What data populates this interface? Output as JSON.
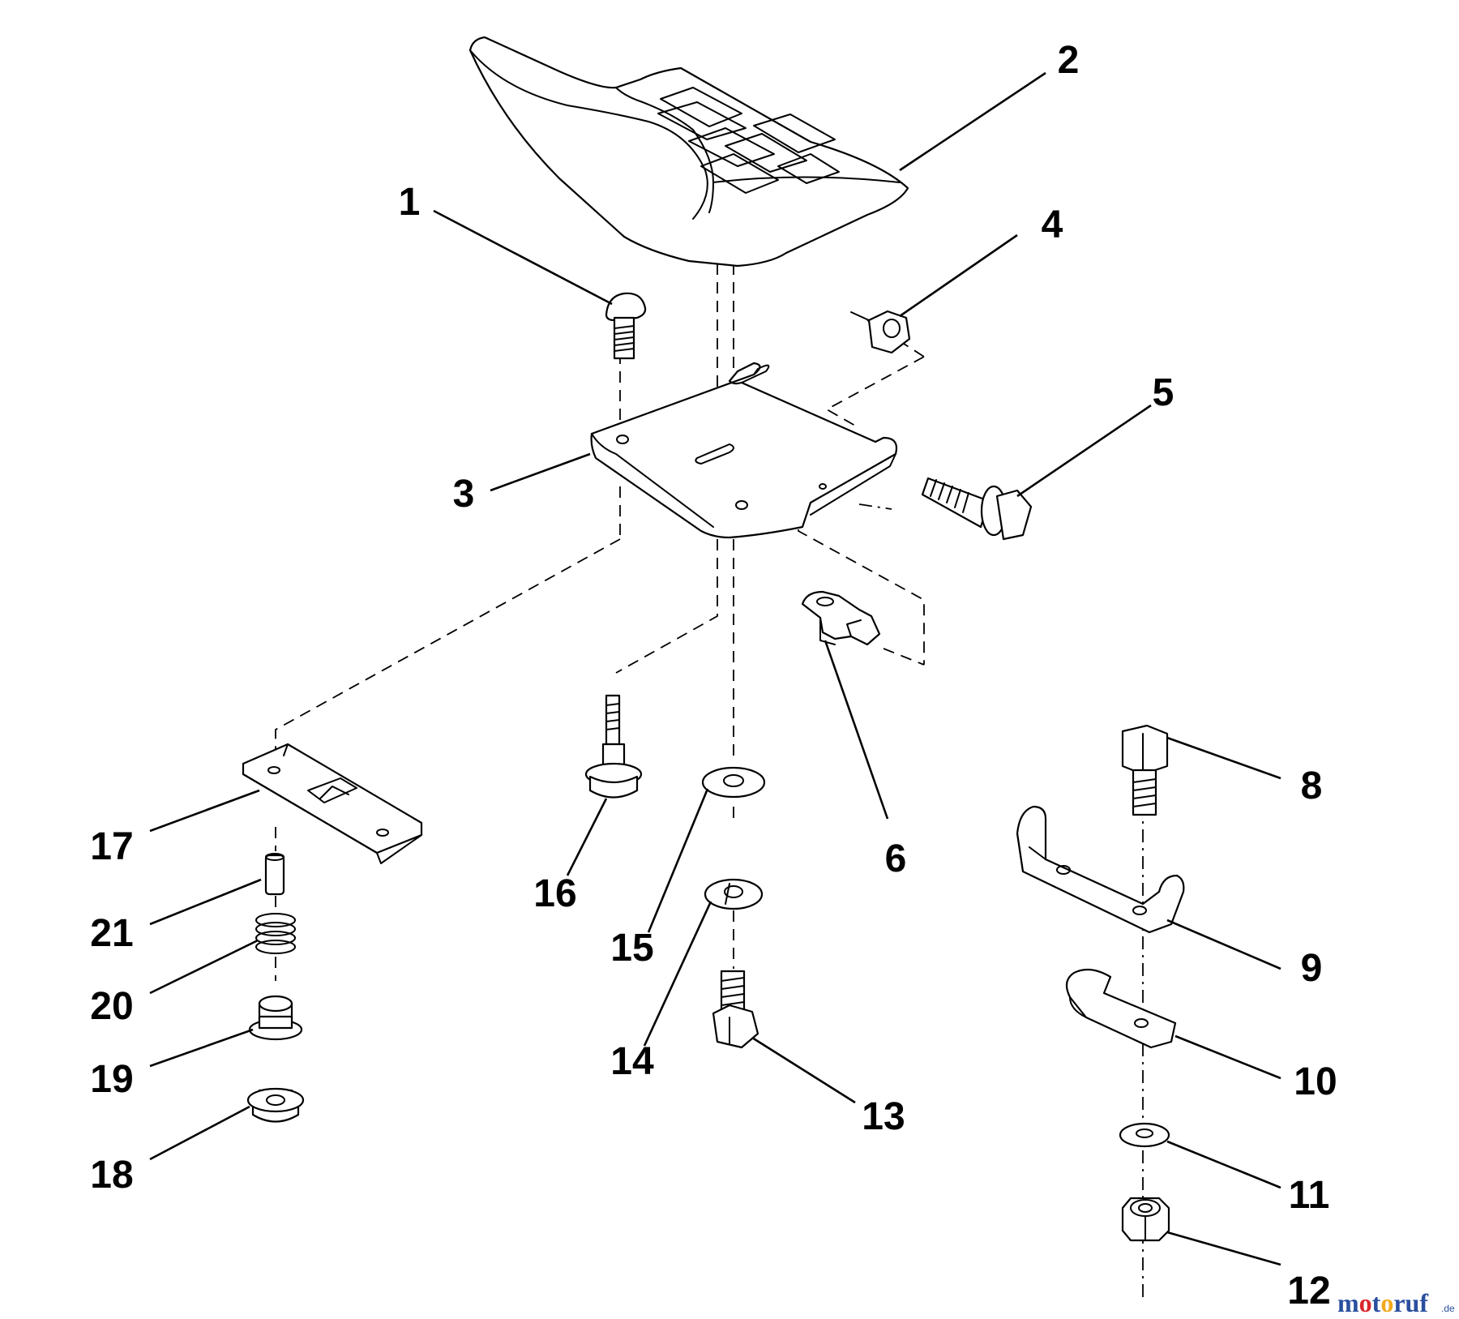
{
  "diagram": {
    "callouts": [
      "1",
      "2",
      "3",
      "4",
      "5",
      "6",
      "8",
      "9",
      "10",
      "11",
      "12",
      "13",
      "14",
      "15",
      "16",
      "17",
      "18",
      "19",
      "20",
      "21"
    ],
    "watermark": {
      "letters": [
        "m",
        "o",
        "t",
        "o",
        "r",
        "u",
        "f"
      ],
      "letter_colors": [
        "#2a4f9e",
        "#d9262c",
        "#2a4f9e",
        "#f2a81d",
        "#2a4f9e",
        "#2a4f9e",
        "#2a4f9e"
      ],
      "suffix": ".de"
    }
  }
}
